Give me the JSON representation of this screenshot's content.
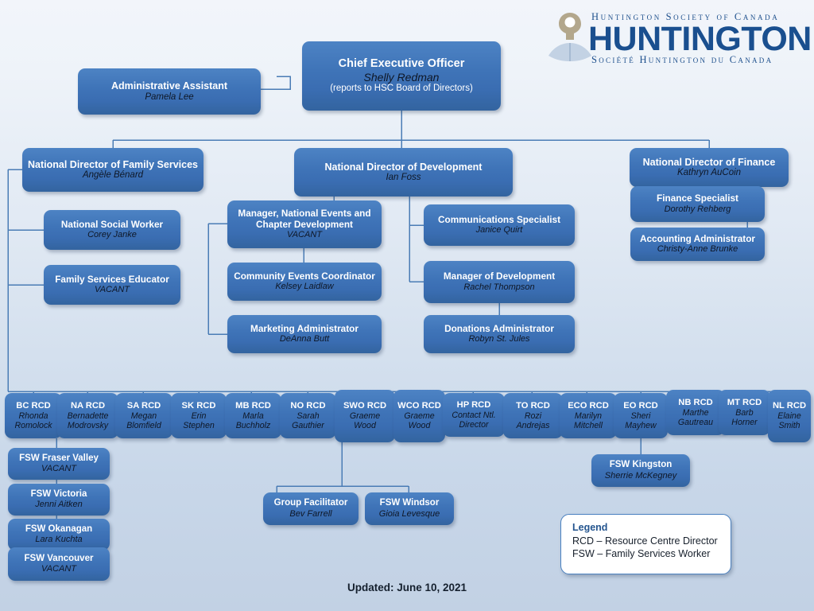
{
  "logo": {
    "mark_name": "huntington-flower-person-logo",
    "line_top": "Huntington Society of Canada",
    "line_main": "HUNTINGTON",
    "line_bottom": "Société Huntington du Canada"
  },
  "footer": {
    "updated": "Updated: June 10, 2021"
  },
  "legend": {
    "title": "Legend",
    "line1": "RCD – Resource Centre Director",
    "line2": "FSW – Family Services Worker"
  },
  "colors": {
    "box_fill_top": "#4d83c4",
    "box_fill_bottom": "#33649f",
    "connector": "#4a7cb5",
    "background_top": "#f2f5fa",
    "background_bottom": "#c2d1e4",
    "logo_blue": "#1a4f8f",
    "legend_border": "#4a81c0",
    "person_text": "#0e1726",
    "title_text": "#ffffff"
  },
  "nodes": {
    "ceo": {
      "title": "Chief Executive Officer",
      "person": "Shelly Redman",
      "note": "(reports to HSC Board of Directors)"
    },
    "admin_assistant": {
      "title": "Administrative Assistant",
      "person": "Pamela Lee"
    },
    "dir_family_services": {
      "title": "National Director of Family Services",
      "person": "Angèle Bénard"
    },
    "dir_development": {
      "title": "National Director of Development",
      "person": "Ian Foss"
    },
    "dir_finance": {
      "title": "National Director of Finance",
      "person": "Kathryn AuCoin"
    },
    "national_social_worker": {
      "title": "National Social Worker",
      "person": "Corey Janke"
    },
    "family_services_educator": {
      "title": "Family Services Educator",
      "person": "VACANT"
    },
    "manager_events": {
      "title": "Manager, National Events and Chapter Development",
      "person": "VACANT"
    },
    "community_events_coordinator": {
      "title": "Community Events Coordinator",
      "person": "Kelsey Laidlaw"
    },
    "marketing_administrator": {
      "title": "Marketing Administrator",
      "person": "DeAnna Butt"
    },
    "communications_specialist": {
      "title": "Communications Specialist",
      "person": "Janice Quirt"
    },
    "manager_development": {
      "title": "Manager of Development",
      "person": "Rachel Thompson"
    },
    "donations_administrator": {
      "title": "Donations Administrator",
      "person": "Robyn St. Jules"
    },
    "finance_specialist": {
      "title": "Finance Specialist",
      "person": "Dorothy Rehberg"
    },
    "accounting_administrator": {
      "title": "Accounting Administrator",
      "person": "Christy-Anne Brunke"
    },
    "rcd_bc": {
      "title": "BC RCD",
      "person": "Rhonda Romolock"
    },
    "rcd_na": {
      "title": "NA RCD",
      "person": "Bernadette Modrovsky"
    },
    "rcd_sa": {
      "title": "SA RCD",
      "person": "Megan Blomfield"
    },
    "rcd_sk": {
      "title": "SK RCD",
      "person": "Erin Stephen"
    },
    "rcd_mb": {
      "title": "MB RCD",
      "person": "Marla Buchholz"
    },
    "rcd_no": {
      "title": "NO RCD",
      "person": "Sarah Gauthier"
    },
    "rcd_swo": {
      "title": "SWO RCD",
      "person": "Graeme Wood"
    },
    "rcd_wco": {
      "title": "WCO RCD",
      "person": "Graeme Wood"
    },
    "rcd_hp": {
      "title": "HP RCD",
      "person": "Contact Ntl. Director"
    },
    "rcd_to": {
      "title": "TO RCD",
      "person": "Rozi Andrejas"
    },
    "rcd_eco": {
      "title": "ECO RCD",
      "person": "Marilyn Mitchell"
    },
    "rcd_eo": {
      "title": "EO RCD",
      "person": "Sheri Mayhew"
    },
    "rcd_nb": {
      "title": "NB RCD",
      "person": "Marthe Gautreau"
    },
    "rcd_mt": {
      "title": "MT RCD",
      "person": "Barb Horner"
    },
    "rcd_nl": {
      "title": "NL RCD",
      "person": "Elaine Smith"
    },
    "fsw_fraser_valley": {
      "title": "FSW Fraser Valley",
      "person": "VACANT"
    },
    "fsw_victoria": {
      "title": "FSW Victoria",
      "person": "Jenni Aitken"
    },
    "fsw_okanagan": {
      "title": "FSW Okanagan",
      "person": "Lara Kuchta"
    },
    "fsw_vancouver": {
      "title": "FSW Vancouver",
      "person": "VACANT"
    },
    "group_facilitator": {
      "title": "Group Facilitator",
      "person": "Bev Farrell"
    },
    "fsw_windsor": {
      "title": "FSW Windsor",
      "person": "Gioia Levesque"
    },
    "fsw_kingston": {
      "title": "FSW Kingston",
      "person": "Sherrie McKegney"
    }
  }
}
